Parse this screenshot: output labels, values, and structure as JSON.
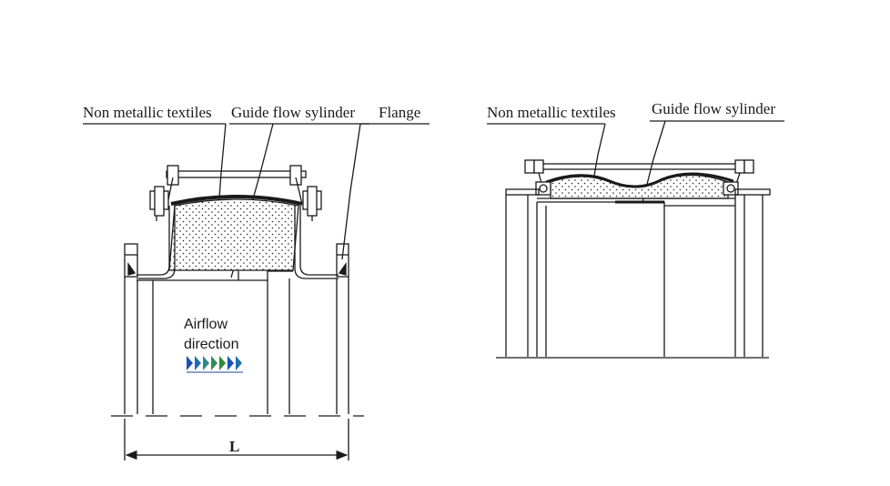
{
  "left_diagram": {
    "labels": {
      "non_metallic_textiles": "Non metallic textiles",
      "guide_flow_cylinder": "Guide flow sylinder",
      "flange": "Flange"
    },
    "airflow_line1": "Airflow",
    "airflow_line2": "direction",
    "dimension_label": "L"
  },
  "right_diagram": {
    "labels": {
      "non_metallic_textiles": "Non metallic textiles",
      "guide_flow_cylinder": "Guide flow sylinder"
    }
  },
  "colors": {
    "line": "#1a1a1a",
    "arrow_blue": "#1f4fb8",
    "arrow_green": "#2e8b3a"
  }
}
